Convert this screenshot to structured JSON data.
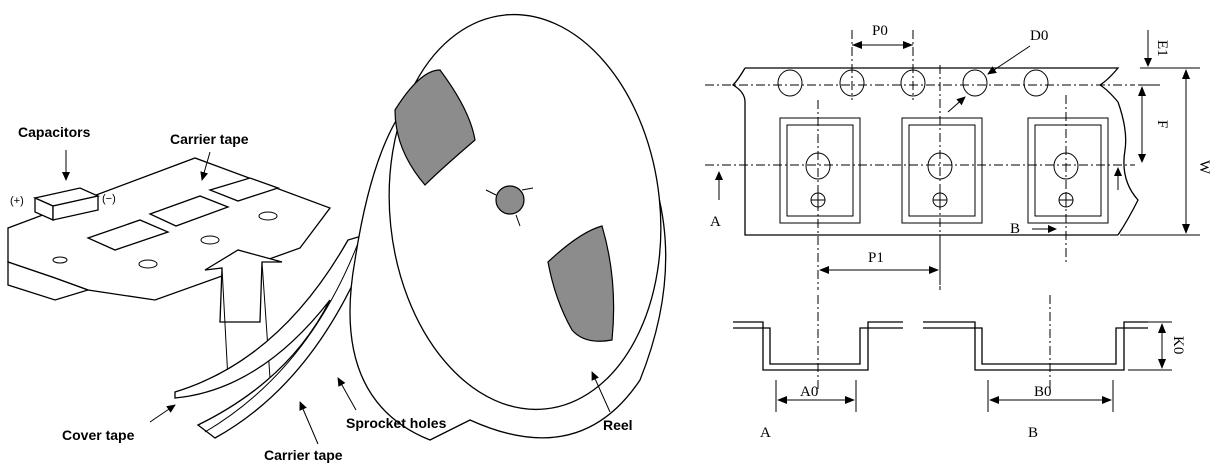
{
  "left_panel": {
    "labels": {
      "capacitors": "Capacitors",
      "carrier_tape_top": "Carrier tape",
      "plus": "(+)",
      "minus": "(−)",
      "cover_tape": "Cover tape",
      "sprocket_holes": "Sprocket holes",
      "carrier_tape_bottom": "Carrier tape",
      "reel": "Reel"
    }
  },
  "right_panel": {
    "dimensions": {
      "p0": "P0",
      "d0": "D0",
      "e1": "E1",
      "f": "F",
      "w": "W",
      "p1": "P1",
      "k0": "K0",
      "a0": "A0",
      "b0": "B0"
    },
    "section_labels": {
      "a_side": "A",
      "b_side": "B",
      "a_section": "A",
      "b_section": "B"
    }
  }
}
